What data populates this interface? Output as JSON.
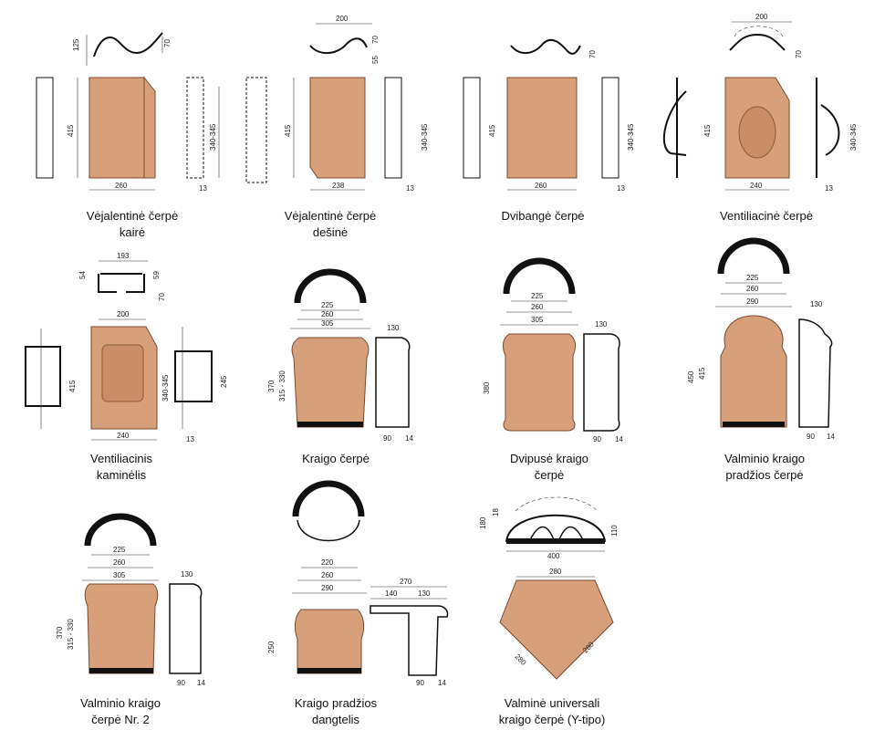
{
  "captions": [
    {
      "line1": "Vėjalentinė čerpė",
      "line2": "kairė"
    },
    {
      "line1": "Vėjalentinė čerpė",
      "line2": "dešinė"
    },
    {
      "line1": "Dvibangė čerpė",
      "line2": ""
    },
    {
      "line1": "Ventiliacinė čerpė",
      "line2": ""
    },
    {
      "line1": "Ventiliacinis",
      "line2": "kaminėlis"
    },
    {
      "line1": "Kraigo čerpė",
      "line2": ""
    },
    {
      "line1": "Dvipusė kraigo",
      "line2": "čerpė"
    },
    {
      "line1": "Valminio kraigo",
      "line2": "pradžios čerpė"
    },
    {
      "line1": "Valminio kraigo",
      "line2": "čerpė Nr. 2"
    },
    {
      "line1": "Kraigo pradžios",
      "line2": "dangtelis"
    },
    {
      "line1": "Valminė universali",
      "line2": "kraigo čerpė (Y-tipo)"
    }
  ],
  "dims": {
    "d125": "125",
    "d70": "70",
    "d200": "200",
    "d55": "55",
    "d415": "415",
    "d260": "260",
    "d238": "238",
    "d340": "340-345",
    "d340s": "340 - 345",
    "d13": "13",
    "d240": "240",
    "d193": "193",
    "d54": "54",
    "d59": "59",
    "d245": "245",
    "d225": "225",
    "d305": "305",
    "d370": "370",
    "d315": "315 - 330",
    "d130": "130",
    "d90": "90",
    "d14": "14",
    "d380": "380",
    "d290": "290",
    "d450": "450",
    "d220": "220",
    "d250": "250",
    "d270": "270",
    "d140": "140",
    "d180": "180",
    "d18": "18",
    "d110": "110",
    "d400": "400",
    "d280": "280"
  },
  "colors": {
    "tile": "#d7a07a",
    "outline": "#111111"
  }
}
